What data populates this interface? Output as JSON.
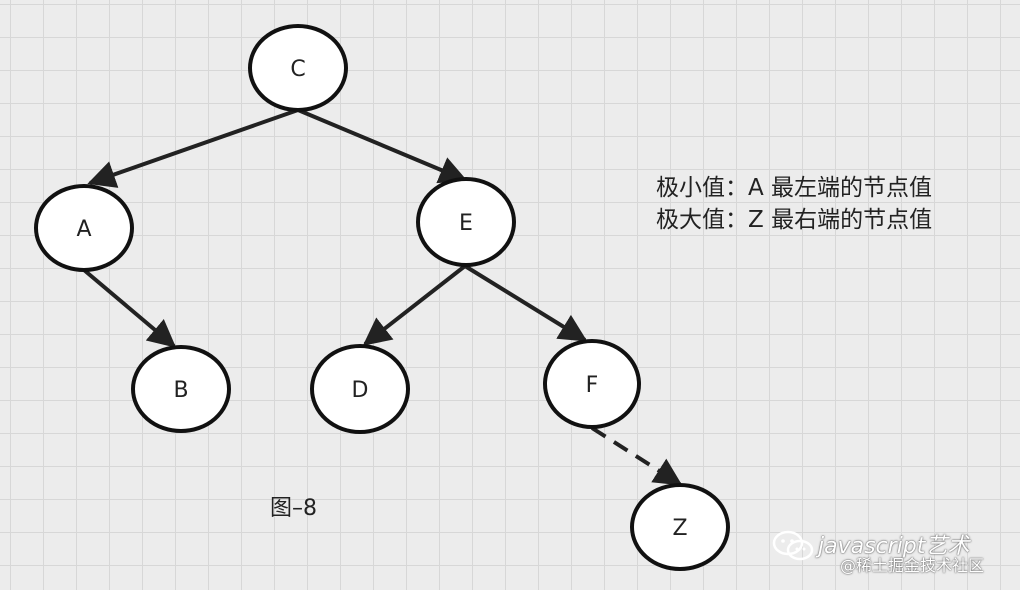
{
  "nodes": {
    "C": "C",
    "A": "A",
    "E": "E",
    "B": "B",
    "D": "D",
    "F": "F",
    "Z": "Z"
  },
  "notes": {
    "min_line": "极小值：A 最左端的节点值",
    "max_line": "极大值：Z 最右端的节点值"
  },
  "caption": "图–8",
  "watermark": {
    "title": "javascript艺术",
    "subtitle": "@稀土掘金技术社区"
  },
  "colors": {
    "background": "#ececec",
    "grid": "#d7d7d7",
    "stroke": "#222222",
    "node_fill": "#ffffff"
  }
}
